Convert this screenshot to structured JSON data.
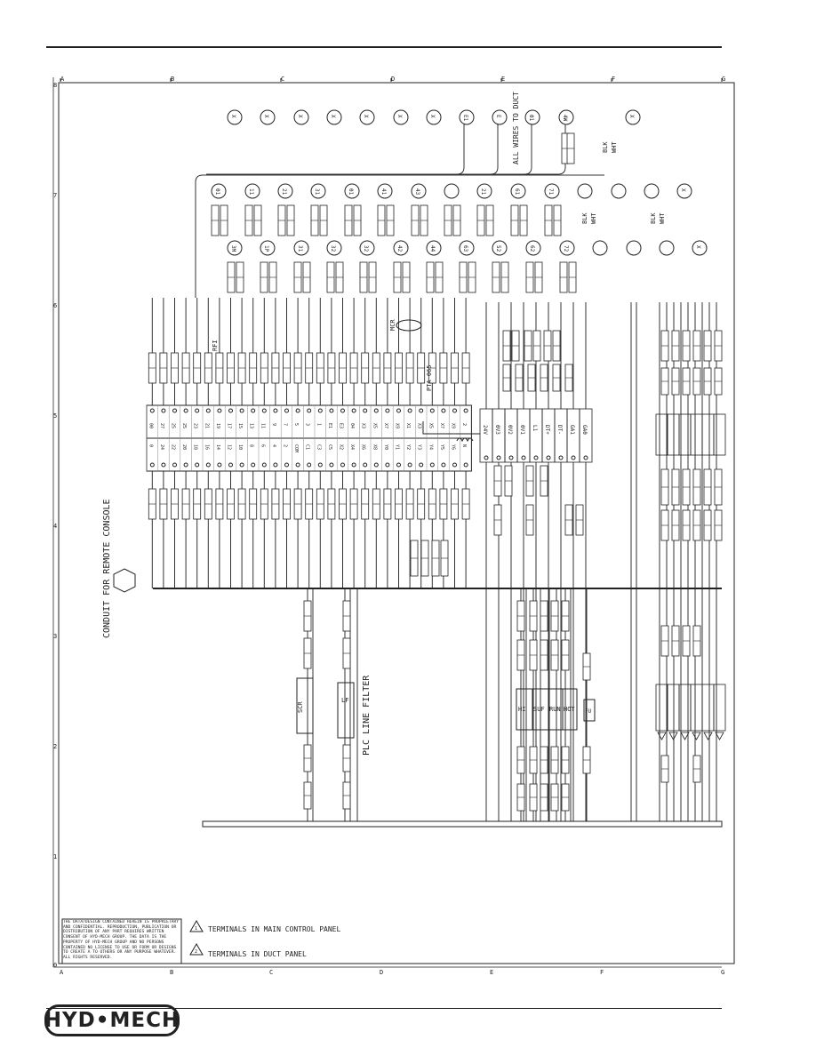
{
  "border": {
    "columns": [
      "A",
      "B",
      "C",
      "D",
      "E",
      "F",
      "G"
    ],
    "rows": [
      "8",
      "7",
      "6",
      "5",
      "4",
      "3",
      "2",
      "1",
      "0"
    ]
  },
  "labels": {
    "conduit": "CONDUIT FOR REMOTE CONSOLE",
    "line_filter": "PLC LINE FILTER",
    "all_wires": "ALL WIRES TO DUCT",
    "rfi": "RFI",
    "mcr": "MCR",
    "pta": "PTA 065",
    "blk": "BLK",
    "wht": "WHT"
  },
  "relays": {
    "r1": "HI",
    "r2": "SUF",
    "r3": "RUN",
    "r4": "HOT",
    "scr": "SCR",
    "lf": "LF",
    "fuse": "FU"
  },
  "terminal_top": [
    "00",
    "27",
    "25",
    "25",
    "23",
    "21",
    "19",
    "17",
    "15",
    "13",
    "11",
    "9",
    "7",
    "5",
    "3",
    "1",
    "E1",
    "E3",
    "04",
    "X3",
    "X5",
    "X7",
    "X9",
    "X1",
    "X3",
    "X5",
    "X7",
    "X9",
    "2"
  ],
  "terminal_bottom": [
    "0",
    "24",
    "22",
    "20",
    "18",
    "16",
    "14",
    "12",
    "10",
    "8",
    "6",
    "4",
    "2",
    "COM",
    "C1",
    "C3",
    "C5",
    "X2",
    "X4",
    "X6",
    "X8",
    "Y0",
    "Y1",
    "Y2",
    "Y3",
    "Y4",
    "Y5",
    "Y6",
    "N"
  ],
  "terminal_right": [
    "24V",
    "0V3",
    "0V2",
    "0V1",
    "L1",
    "DT+",
    "DT-",
    "GA1",
    "GA0"
  ],
  "top_row_circles": [
    "X",
    "X",
    "X",
    "X",
    "X",
    "X",
    "X",
    "E1",
    "E",
    "01",
    "4W",
    "X"
  ],
  "mid_row_circles": [
    "01",
    "11",
    "21",
    "31",
    "01",
    "41",
    "43",
    "",
    "21",
    "61",
    "71",
    "",
    "",
    "",
    "X"
  ],
  "low_row_circles": [
    "3M",
    "1P",
    "31",
    "32",
    "32",
    "42",
    "44",
    "63",
    "52",
    "62",
    "72",
    "",
    "",
    "",
    "X"
  ],
  "notice": "THE DATA/DESIGN CONTAINED HEREIN IS PROPRIETARY AND CONFIDENTIAL. REPRODUCTION, PUBLICATION OR DISTRIBUTION OF ANY PART REQUIRES WRITTEN CONSENT OF HYD-MECH GROUP. THE DATA IS THE PROPERTY OF HYD-MECH GROUP AND NO PERSONS CONTAINED NO LICENSE TO USE OR FORM OR DESIGNS TO CREATE A TO OTHERS OR ANY PURPOSE WHATEVER. ALL RIGHTS RESERVED.",
  "legend": {
    "main_panel": "TERMINALS IN MAIN CONTROL PANEL",
    "duct_panel": "TERMINALS IN DUCT PANEL"
  },
  "brand": "HYD•MECH"
}
